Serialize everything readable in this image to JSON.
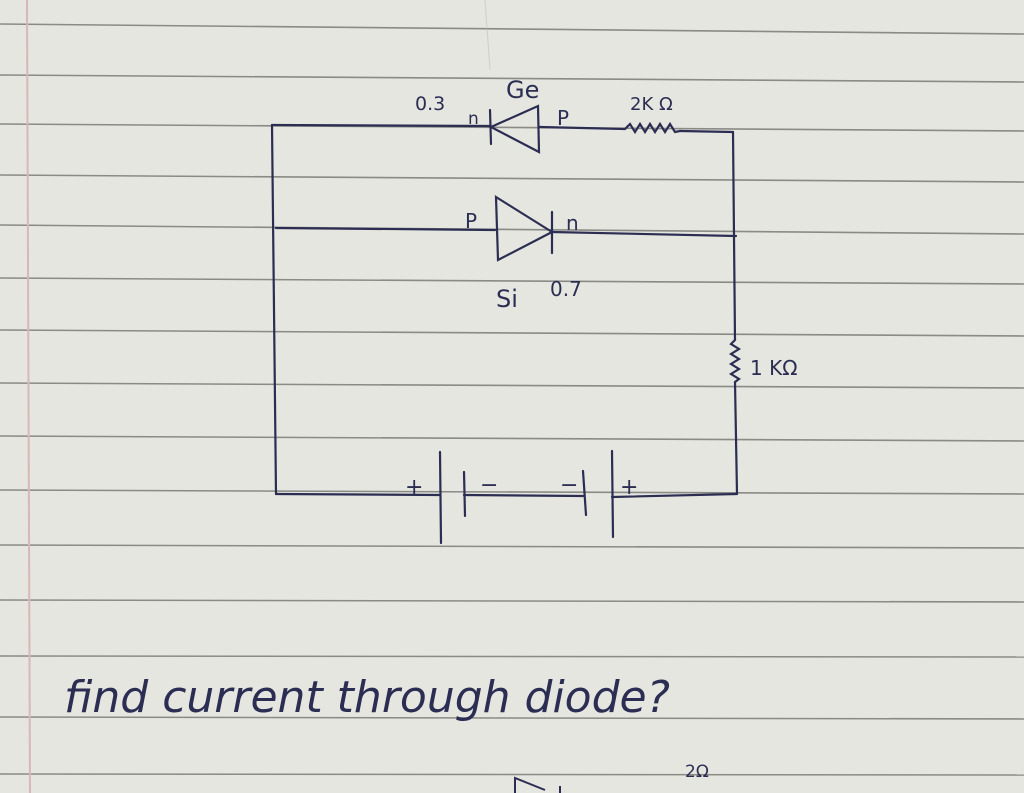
{
  "page": {
    "type": "ruled-notebook-page",
    "paper_color": "#e6e6e0",
    "rule_color": "#8a8a86",
    "margin_line_color": "#d7b7b7",
    "ink_color": "#2b2d52"
  },
  "circuit": {
    "top_branch": {
      "diode": {
        "material_label": "Ge",
        "voltage_label": "0.3",
        "cathode_label": "n",
        "anode_label": "P",
        "orientation": "pointing-left"
      },
      "resistor": {
        "label": "2K Ω"
      }
    },
    "middle_branch": {
      "diode": {
        "material_label": "Si",
        "voltage_label": "0.7",
        "anode_label": "P",
        "cathode_label": "n",
        "orientation": "pointing-right"
      }
    },
    "right_branch": {
      "resistor": {
        "label": "1 KΩ"
      }
    },
    "bottom_branch": {
      "battery_left": {
        "plus_label": "+",
        "minus_label": "−"
      },
      "battery_right": {
        "minus_label": "−",
        "plus_label": "+"
      }
    }
  },
  "question": {
    "text": "find current through diode?"
  },
  "cutoff_next": {
    "label": "2Ω"
  }
}
